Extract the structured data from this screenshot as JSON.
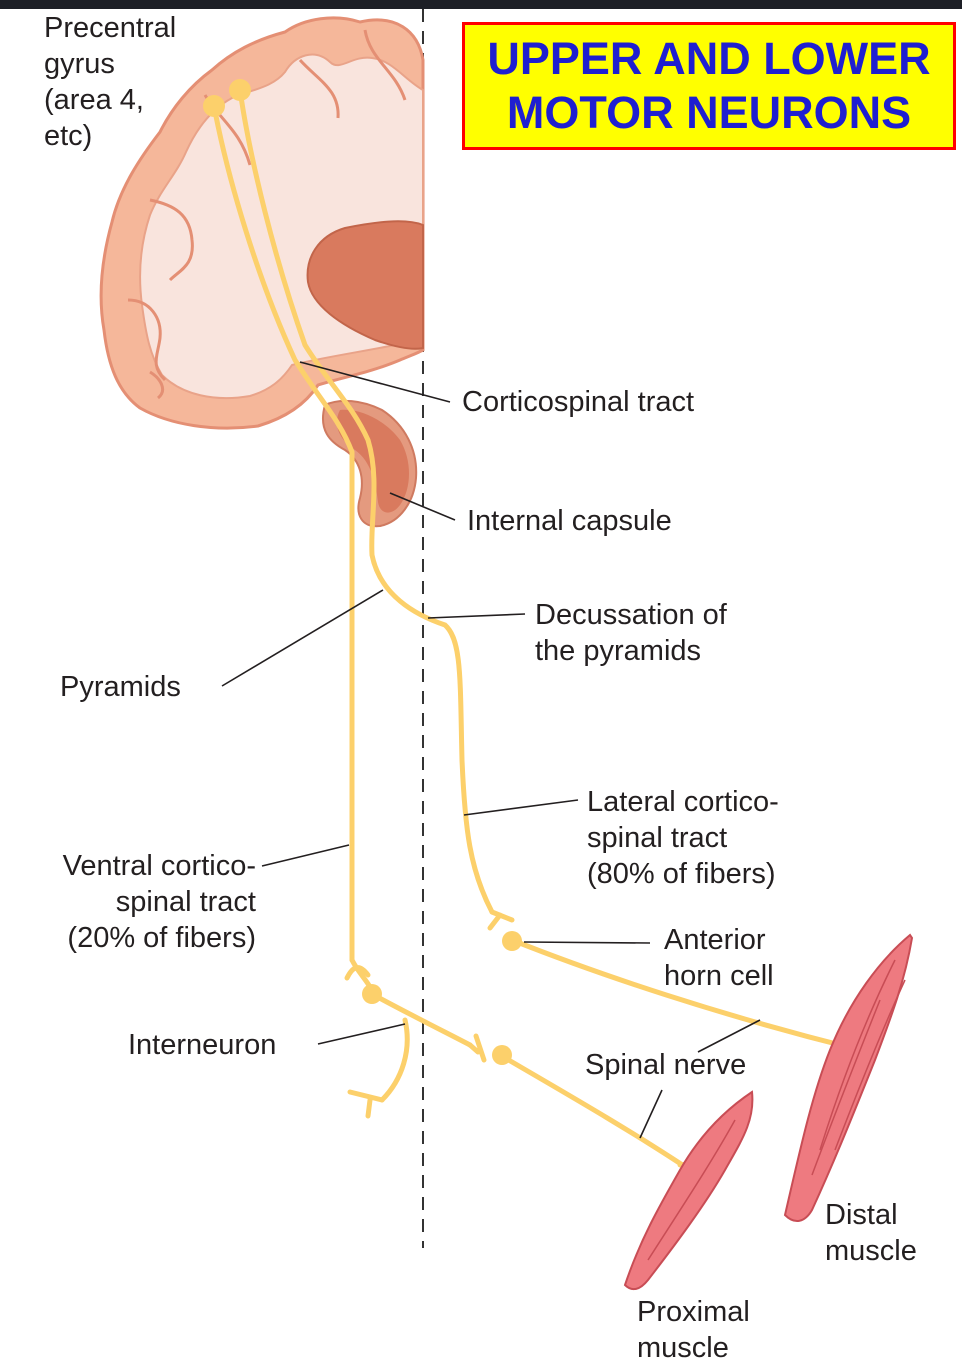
{
  "title": {
    "line1": "UPPER AND LOWER",
    "line2": "MOTOR NEURONS"
  },
  "labels": {
    "precentral_gyrus": "Precentral\ngyrus\n(area 4,\netc)",
    "corticospinal_tract": "Corticospinal tract",
    "internal_capsule": "Internal capsule",
    "decussation": "Decussation of\nthe pyramids",
    "pyramids": "Pyramids",
    "lateral_tract": "Lateral cortico-\nspinal tract\n(80% of fibers)",
    "ventral_tract": "Ventral cortico-\nspinal tract\n(20% of fibers)",
    "anterior_horn_cell": "Anterior\nhorn cell",
    "interneuron": "Interneuron",
    "spinal_nerve": "Spinal nerve",
    "distal_muscle": "Distal\nmuscle",
    "proximal_muscle": "Proximal\nmuscle"
  },
  "colors": {
    "cortex_fill": "#f5b79a",
    "cortex_outline": "#e48f74",
    "white_matter": "#f9e4dd",
    "basal_ganglia": "#d97a5e",
    "fiber": "#fcd06b",
    "muscle": "#ee7a80",
    "muscle_line": "#c84d55",
    "title_bg": "#ffff00",
    "title_border": "#ff0000",
    "title_text": "#1f1fd0"
  }
}
